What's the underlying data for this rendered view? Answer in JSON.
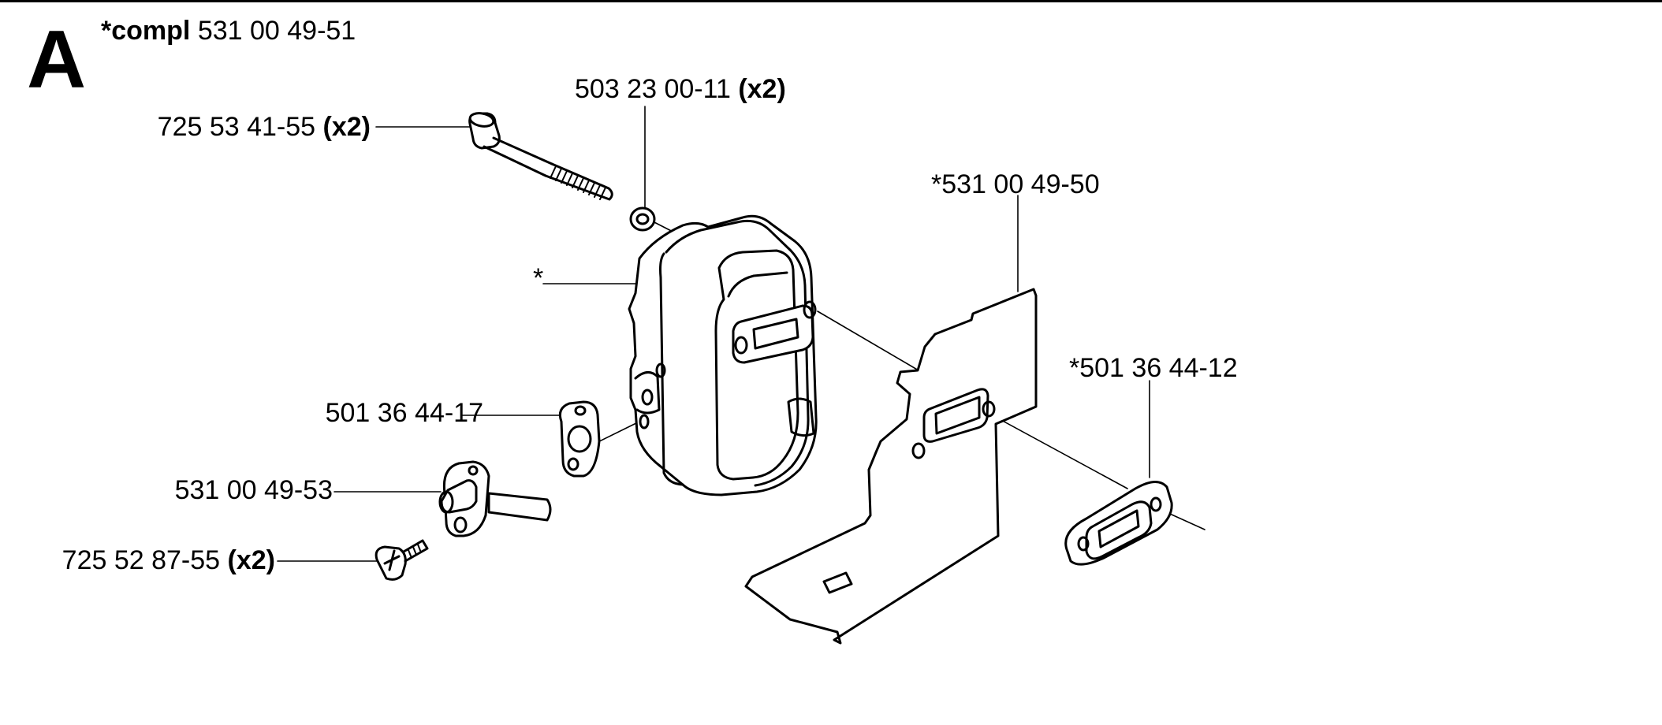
{
  "section": {
    "letter": "A"
  },
  "assembly": {
    "prefix": "*compl",
    "number": "531 00 49-51"
  },
  "parts": {
    "screw_long": {
      "number": "725 53 41-55",
      "qty": "(x2)"
    },
    "washer": {
      "number": "503 23 00-11",
      "qty": "(x2)"
    },
    "muffler_body": {
      "number": "*"
    },
    "bracket": {
      "number": "*531 00 49-50"
    },
    "gasket_right": {
      "number": "*501 36 44-12"
    },
    "gasket_small": {
      "number": "501 36 44-17"
    },
    "spark_screen": {
      "number": "531 00 49-53"
    },
    "screw_short": {
      "number": "725 52 87-55",
      "qty": "(x2)"
    }
  }
}
